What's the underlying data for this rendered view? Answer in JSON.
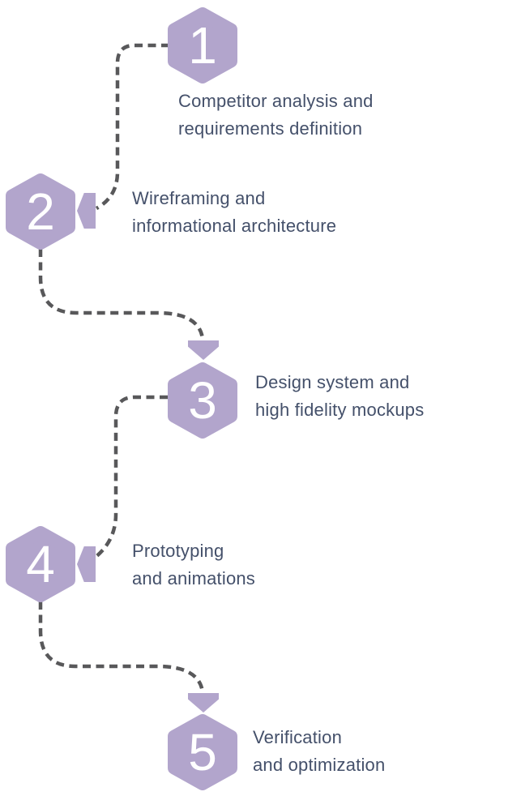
{
  "diagram": {
    "type": "process-flow",
    "direction": "zigzag-vertical",
    "colors": {
      "hexagon_fill": "#b2a5cc",
      "connector_dash": "#58585a",
      "label_text": "#44506a",
      "number_text": "#ffffff",
      "background": "#ffffff"
    },
    "steps": [
      {
        "number": "1",
        "line1": "Competitor analysis and",
        "line2": "requirements definition"
      },
      {
        "number": "2",
        "line1": "Wireframing and",
        "line2": "informational architecture"
      },
      {
        "number": "3",
        "line1": "Design system and",
        "line2": "high fidelity mockups"
      },
      {
        "number": "4",
        "line1": "Prototyping",
        "line2": "and animations"
      },
      {
        "number": "5",
        "line1": "Verification",
        "line2": "and optimization"
      }
    ]
  }
}
